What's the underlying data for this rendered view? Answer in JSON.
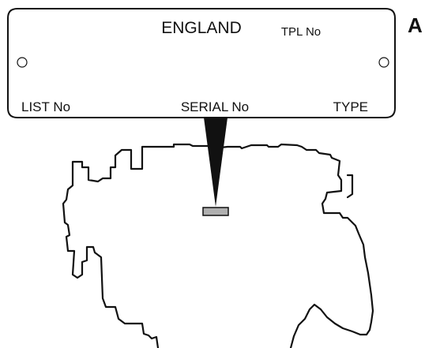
{
  "figure": {
    "callout_letter": "A",
    "plate": {
      "country": "ENGLAND",
      "tpl_label": "TPL No",
      "list_label": "LIST No",
      "serial_label": "SERIAL No",
      "type_label": "TYPE"
    },
    "colors": {
      "line": "#111111",
      "background": "#ffffff",
      "serial_tag_fill": "#b0b0b0",
      "pointer_fill": "#111111"
    }
  }
}
